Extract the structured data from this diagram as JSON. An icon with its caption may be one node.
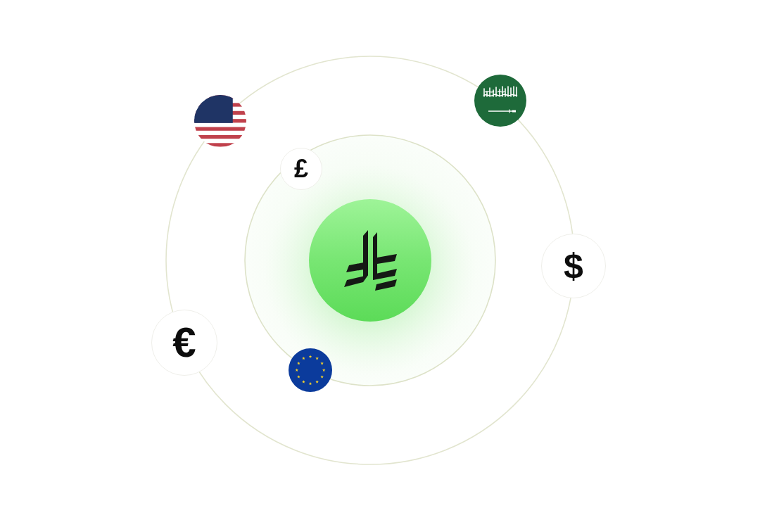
{
  "diagram": {
    "nodes": [
      {
        "text": [],
        "shape": "picture"
      },
      {
        "text": [],
        "shape": "picture"
      },
      {
        "text": [
          "£"
        ]
      },
      {
        "text": [],
        "shape": "circle"
      },
      {
        "text": [
          "$"
        ]
      },
      {
        "text": [
          "€"
        ]
      },
      {
        "text": [],
        "shape": "picture"
      }
    ]
  }
}
